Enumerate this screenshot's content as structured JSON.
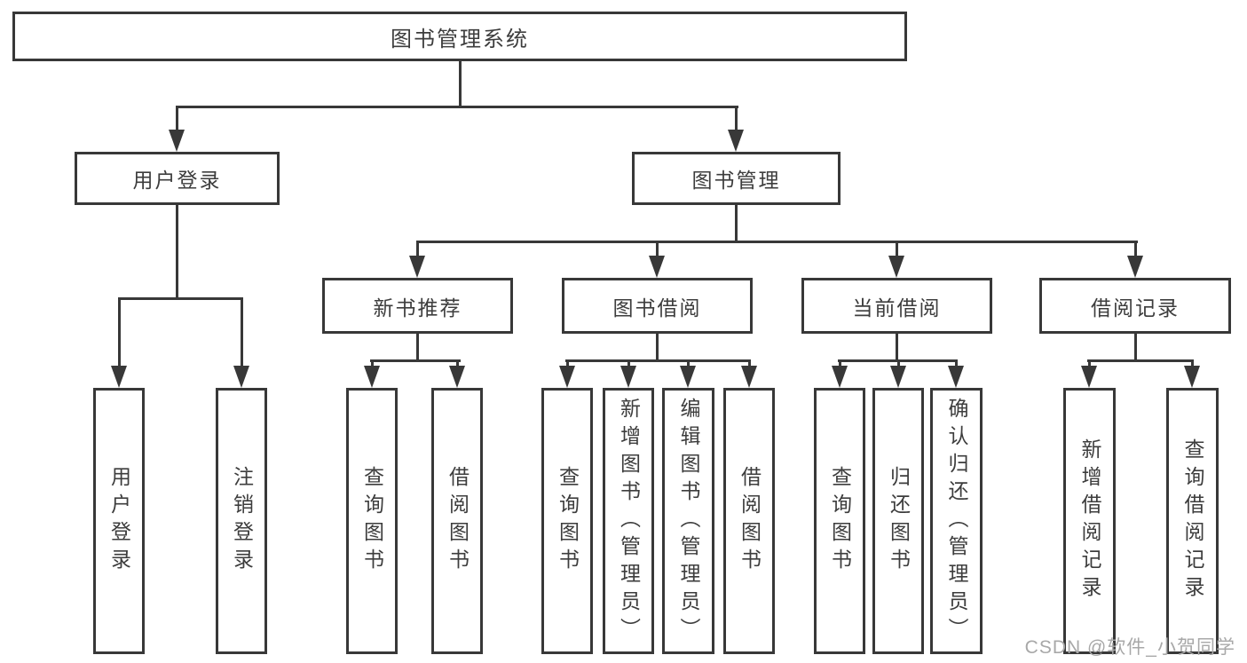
{
  "diagram": {
    "type": "hierarchy-tree",
    "title": "图书管理系统",
    "nodes": {
      "root": {
        "label": "图书管理系统"
      },
      "user_login": {
        "label": "用户登录"
      },
      "book_management": {
        "label": "图书管理"
      },
      "new_book_recommend": {
        "label": "新书推荐"
      },
      "book_borrow": {
        "label": "图书借阅"
      },
      "current_borrow": {
        "label": "当前借阅"
      },
      "borrow_records": {
        "label": "借阅记录"
      },
      "leaves": [
        {
          "label": "用户登录",
          "parent": "用户登录"
        },
        {
          "label": "注销登录",
          "parent": "用户登录"
        },
        {
          "label": "查询图书",
          "parent": "新书推荐"
        },
        {
          "label": "借阅图书",
          "parent": "新书推荐"
        },
        {
          "label": "查询图书",
          "parent": "图书借阅"
        },
        {
          "label": "新增图书（管理员）",
          "parent": "图书借阅"
        },
        {
          "label": "编辑图书（管理员）",
          "parent": "图书借阅"
        },
        {
          "label": "借阅图书",
          "parent": "图书借阅"
        },
        {
          "label": "查询图书",
          "parent": "当前借阅"
        },
        {
          "label": "归还图书",
          "parent": "当前借阅"
        },
        {
          "label": "确认归还（管理员）",
          "parent": "当前借阅"
        },
        {
          "label": "新增借阅记录",
          "parent": "借阅记录"
        },
        {
          "label": "查询借阅记录",
          "parent": "借阅记录"
        }
      ]
    },
    "watermark": {
      "text": "CSDN @软件_小贺同学"
    },
    "colors": {
      "line": "#383838",
      "text": "#3d3d3d",
      "background": "#ffffff",
      "watermark": "#a8a8a8"
    }
  }
}
